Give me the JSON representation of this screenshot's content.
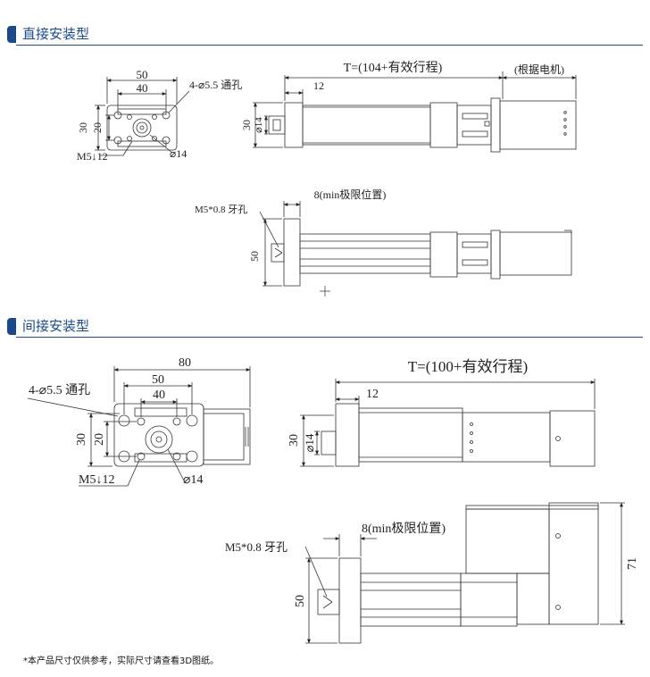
{
  "section1": {
    "title": "直接安装型",
    "front": {
      "w_outer": "50",
      "w_inner": "40",
      "holes": "4-⌀5.5 通孔",
      "h_outer": "30",
      "h_inner": "20",
      "thread": "M5↓12",
      "bore": "⌀14"
    },
    "side": {
      "stroke": "T=(104+有效行程)",
      "motor": "(根据电机)",
      "offset": "12",
      "h": "30",
      "dia": "⌀14"
    },
    "bottom": {
      "limit": "8(min极限位置)",
      "thread": "M5*0.8 牙孔",
      "h": "50"
    }
  },
  "section2": {
    "title": "间接安装型",
    "front": {
      "w_total": "80",
      "w_outer": "50",
      "w_inner": "40",
      "holes": "4-⌀5.5 通孔",
      "h_outer": "30",
      "h_inner": "20",
      "thread": "M5↓12",
      "bore": "⌀14"
    },
    "side": {
      "stroke": "T=(100+有效行程)",
      "offset": "12",
      "h": "30",
      "dia": "⌀14"
    },
    "bottom": {
      "limit": "8(min极限位置)",
      "thread": "M5*0.8 牙孔",
      "h": "50",
      "h_total": "71"
    }
  },
  "footnote": "*本产品尺寸仅供参考，实际尺寸请查看3D图纸。"
}
